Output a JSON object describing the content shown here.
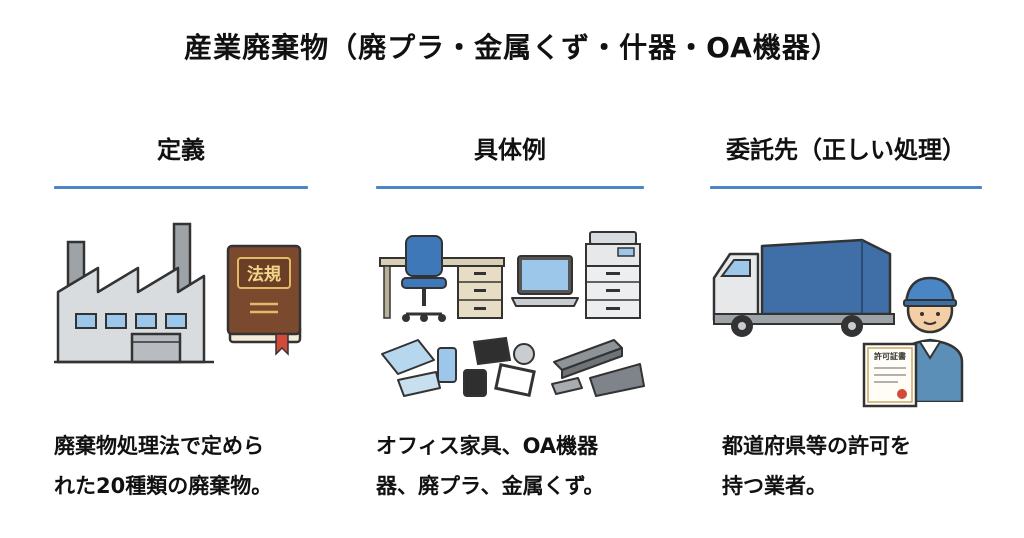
{
  "title": "産業廃棄物（廃プラ・金属くず・什器・OA機器）",
  "accent_color": "#4a86c5",
  "columns": [
    {
      "heading": "定義",
      "caption_lines": [
        "廃棄物処理法で定めら",
        "れた20種類の廃棄物。"
      ],
      "icons": [
        "factory-icon",
        "law-book-icon"
      ],
      "book_label": "法規"
    },
    {
      "heading": "具体例",
      "caption_lines": [
        "オフィス家具、OA機器",
        "器、廃プラ、金属くず。"
      ],
      "icons": [
        "desk-icon",
        "office-chair-icon",
        "laptop-icon",
        "copier-icon",
        "plastic-scrap-icon",
        "metal-scrap-icon"
      ]
    },
    {
      "heading": "委託先（正しい処理）",
      "caption_lines": [
        "都道府県等の許可を",
        "持つ業者。"
      ],
      "icons": [
        "garbage-truck-icon",
        "worker-icon",
        "permit-certificate-icon"
      ],
      "certificate_label": "許可証書"
    }
  ]
}
